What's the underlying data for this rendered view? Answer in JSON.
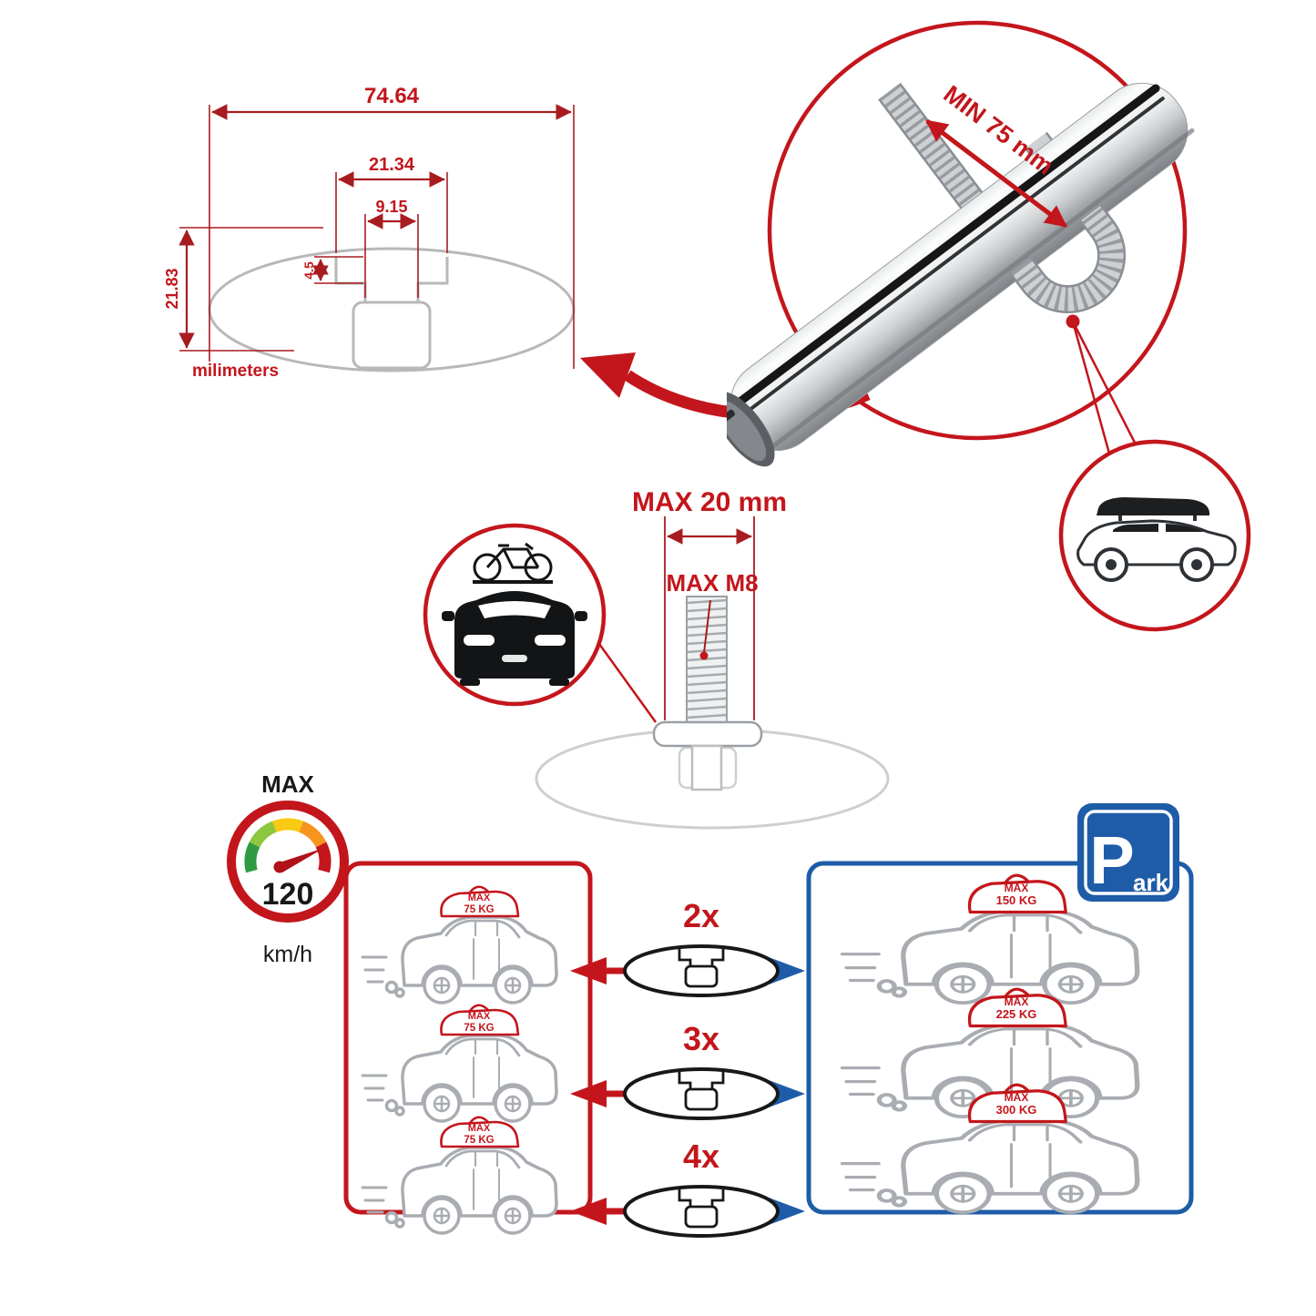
{
  "colors": {
    "red": "#c3161c",
    "dim_line_red": "#a81c20",
    "blue": "#1e5ca8",
    "profile_gray": "#b8b8b8",
    "car_gray": "#a9adb2",
    "black": "#17181a"
  },
  "cross_section": {
    "total_width": "74.64",
    "slot_outer_width": "21.34",
    "slot_inner_width": "9.15",
    "slot_depth": "4.5",
    "total_height": "21.83",
    "units": "milimeters"
  },
  "bar_detail": {
    "min_clamp": "MIN 75 mm"
  },
  "bolt_detail": {
    "max_width": "MAX 20 mm",
    "max_thread": "MAX M8"
  },
  "speed_limit": {
    "label": "MAX",
    "value": "120",
    "unit": "km/h"
  },
  "capacity": {
    "multipliers": [
      "2x",
      "3x",
      "4x"
    ],
    "left_cars": [
      {
        "max": "MAX",
        "weight": "75 KG"
      },
      {
        "max": "MAX",
        "weight": "75 KG"
      },
      {
        "max": "MAX",
        "weight": "75 KG"
      }
    ],
    "right_cars": [
      {
        "max": "MAX",
        "weight": "150 KG"
      },
      {
        "max": "MAX",
        "weight": "225 KG"
      },
      {
        "max": "MAX",
        "weight": "300 KG"
      }
    ],
    "park_sign": {
      "letter": "P",
      "suffix": "ark"
    }
  }
}
